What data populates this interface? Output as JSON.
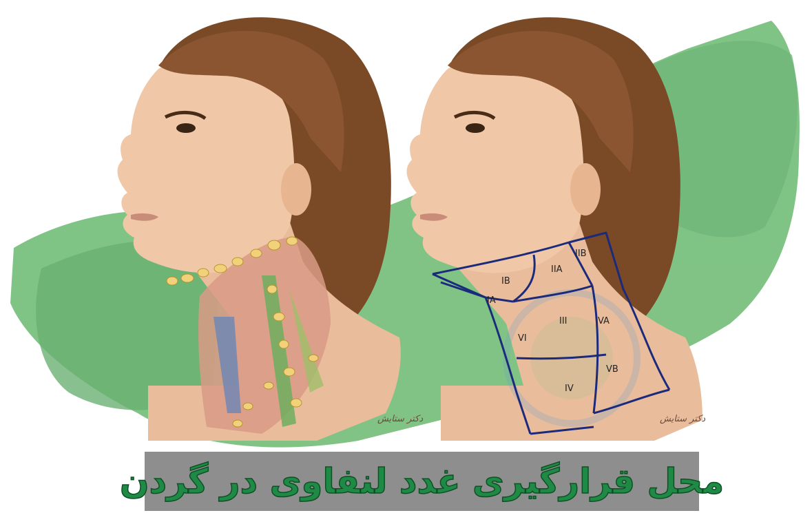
{
  "title": "محل قرارگیری غدد لنفاوی در گردن",
  "signature": "دکتر ستایش",
  "zones": [
    "IA",
    "IB",
    "IIA",
    "IIB",
    "III",
    "VA",
    "VI",
    "VB",
    "IV"
  ],
  "colors": {
    "brush_green": "#66b36c",
    "skin": "#f0c8a8",
    "hair": "#7a4a26",
    "zone_lines": "#1b2a7a",
    "node_yellow": "#f1d27a",
    "banner_bg": "#8e8e8e",
    "banner_text": "#1f8a45"
  }
}
